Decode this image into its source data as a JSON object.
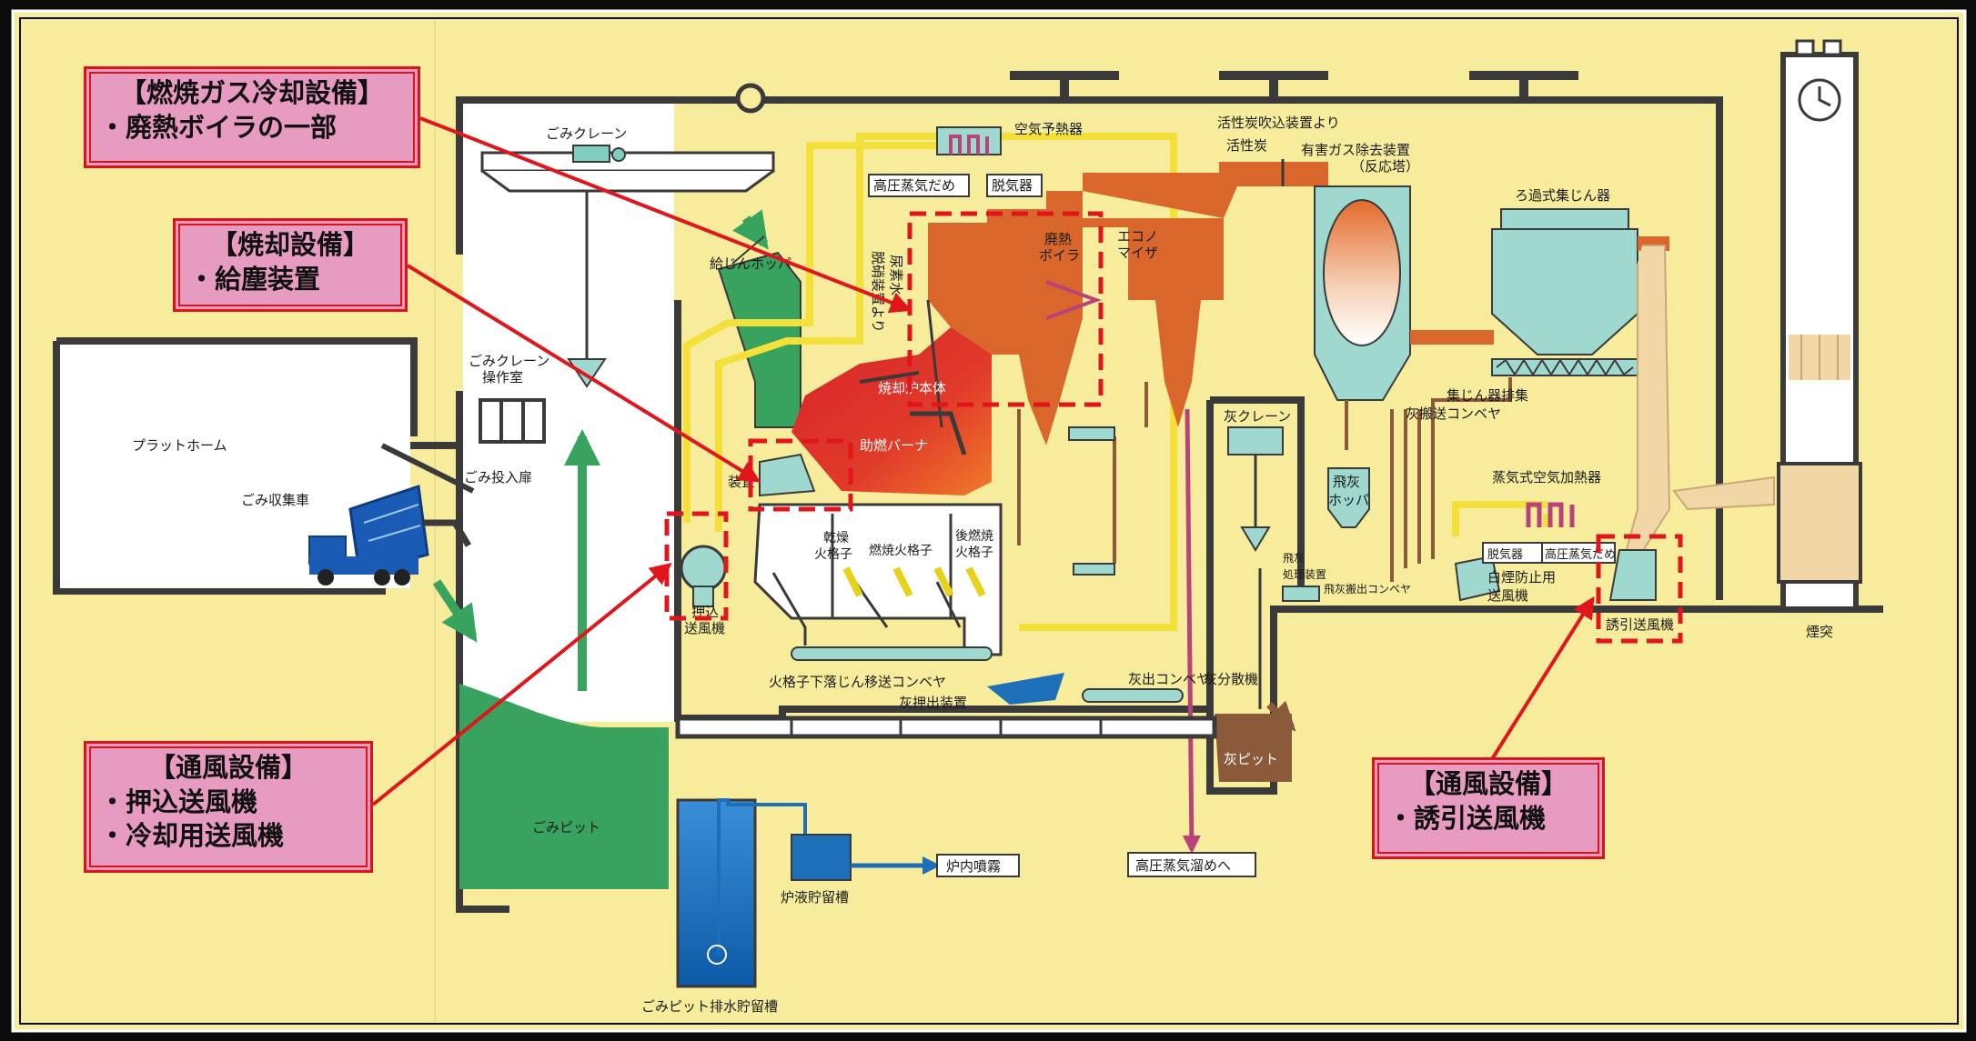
{
  "callouts": {
    "gas_cooling": {
      "heading": "【燃焼ガス冷却設備】",
      "items": [
        "・廃熱ボイラの一部"
      ]
    },
    "incineration": {
      "heading": "【焼却設備】",
      "items": [
        "・給塵装置"
      ]
    },
    "ventilation_left": {
      "heading": "【通風設備】",
      "items": [
        "・押込送風機",
        "・冷却用送風機"
      ]
    },
    "ventilation_right": {
      "heading": "【通風設備】",
      "items": [
        "・誘引送風機"
      ]
    }
  },
  "labels": {
    "platform": "プラットホーム",
    "collection_truck": "ごみ収集車",
    "crane": "ごみクレーン",
    "crane_room_1": "ごみクレーン",
    "crane_room_2": "操作室",
    "input_door": "ごみ投入扉",
    "pit": "ごみピット",
    "hopper": "給じんホッパ",
    "feeder_suffix": "装置",
    "push_fan_1": "押込",
    "push_fan_2": "送風機",
    "denitration": "脱硝装置より",
    "urea": "尿素水",
    "air_preheater": "空気予熱器",
    "hp_steam": "高圧蒸気だめ",
    "deaerator": "脱気器",
    "furnace": "焼却炉本体",
    "burner": "助燃バーナ",
    "waste_boiler_1": "廃熱",
    "waste_boiler_2": "ボイラ",
    "economizer_1": "エコノ",
    "economizer_2": "マイザ",
    "activated_carbon_from": "活性炭吹込装置より",
    "activated_carbon": "活性炭",
    "harmful_gas_1": "有害ガス除去装置",
    "harmful_gas_2": "（反応塔）",
    "bag_filter": "ろ過式集じん器",
    "dust_conveyor_1": "集じん器排集",
    "dust_conveyor_2": "灰搬送コンベヤ",
    "steam_air_heater": "蒸気式空気加熱器",
    "deaerator_2": "脱気器",
    "hp_steam_2": "高圧蒸気だめ",
    "plume_1": "白煙防止用",
    "plume_2": "送風機",
    "induced_fan": "誘引送風機",
    "chimney": "煙突",
    "ash_crane": "灰クレーン",
    "fly_ash_hopper_1": "飛灰",
    "fly_ash_hopper_2": "ホッパ",
    "fly_ash_treatment_1": "飛灰",
    "fly_ash_treatment_2": "処理装置",
    "fly_ash_conveyor": "飛灰搬出コンベヤ",
    "grate_dry_1": "乾燥",
    "grate_dry_2": "火格子",
    "grate_burn": "燃焼火格子",
    "grate_post_1": "後燃焼",
    "grate_post_2": "火格子",
    "grate_conveyor": "火格子下落じん移送コンベヤ",
    "ash_extruder": "灰押出装置",
    "ash_conveyor": "灰出コンベヤ",
    "ash_spreader": "灰分散機",
    "ash_pit": "灰ピット",
    "furnace_spray": "炉内噴霧",
    "liquid_tank": "炉液貯留槽",
    "pit_drain_tank": "ごみピット排水貯留槽",
    "to_hp_steam": "高圧蒸気溜めへ"
  },
  "colors": {
    "background": "#f6ec9c",
    "frame": "#0b0b0b",
    "callout_fill": "#e79bc0",
    "highlight_red": "#e0161c",
    "furnace_orange": "#d9672b",
    "equipment_teal": "#9fd8cf",
    "pit_green": "#37a35f",
    "water_blue": "#1d6fba",
    "steam_yellow": "#f4e03a",
    "steam_pink": "#b8427a",
    "ash_brown": "#8a5a3a"
  }
}
